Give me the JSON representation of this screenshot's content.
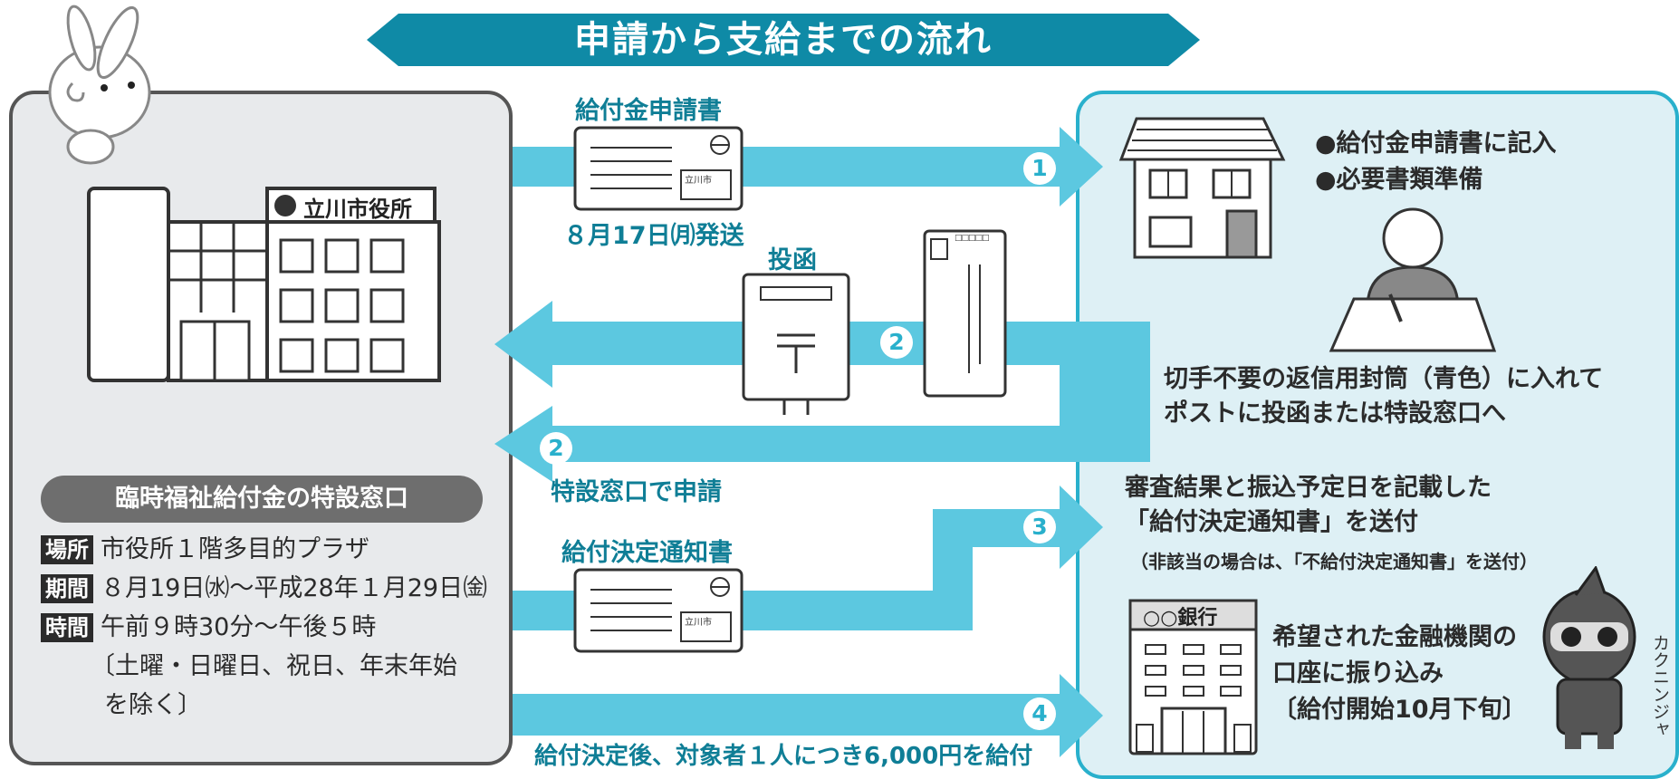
{
  "title": "申請から支給までの流れ",
  "city_hall": {
    "sign": "立川市役所"
  },
  "special_window": {
    "heading": "臨時福祉給付金の特設窓口",
    "place_tag": "場所",
    "place": "市役所１階多目的プラザ",
    "period_tag": "期間",
    "period": "８月19日㈬〜平成28年１月29日㈮",
    "time_tag": "時間",
    "time": "午前９時30分〜午後５時",
    "note_line1": "〔土曜・日曜日、祝日、年末年始",
    "note_line2": "を除く〕"
  },
  "steps": {
    "s1_doc_label": "給付金申請書",
    "s1_date": "８月17日㈪発送",
    "s1_num": "1",
    "mailbox_label": "投函",
    "s2_num": "2",
    "s2b_num": "2",
    "s2_window": "特設窓口で申請",
    "s3_doc_label": "給付決定通知書",
    "s3_num": "3",
    "s4_num": "4",
    "s4_text": "給付決定後、対象者１人につき6,000円を給付",
    "card_mark": "立川市",
    "envelope_mark": "□□□□□"
  },
  "right": {
    "s1_line1": "●給付金申請書に記入",
    "s1_line2": "●必要書類準備",
    "s2_line1": "切手不要の返信用封筒（青色）に入れて",
    "s2_line2": "ポストに投函または特設窓口へ",
    "s3_line1": "審査結果と振込予定日を記載した",
    "s3_line2": "「給付決定通知書」を送付",
    "s3_note": "（非該当の場合は、「不給付決定通知書」を送付）",
    "bank_sign": "○○銀行",
    "s4_line1": "希望された金融機関の",
    "s4_line2": "口座に振り込み",
    "s4_line3": "〔給付開始10月下旬〕",
    "mascot_name": "カクニンジャ"
  },
  "colors": {
    "teal_dark": "#0f8aa6",
    "arrow": "#5cc8e0",
    "panel_left": "#e8eaec",
    "panel_right": "#def0f5",
    "border_right": "#29b0cc"
  }
}
